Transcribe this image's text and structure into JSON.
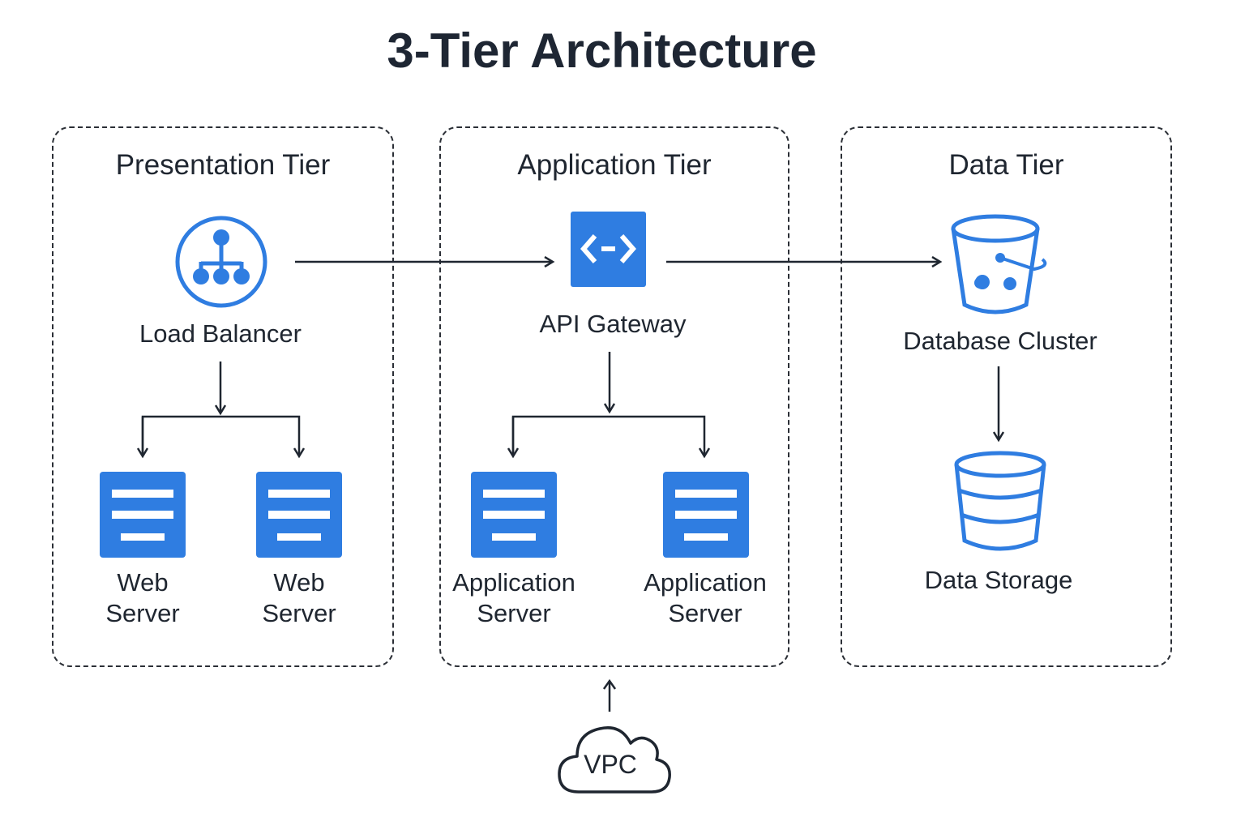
{
  "title": "3-Tier Architecture",
  "colors": {
    "accent": "#2f7de1",
    "line": "#1f2630"
  },
  "tiers": {
    "presentation": {
      "title": "Presentation Tier",
      "load_balancer": {
        "label": "Load Balancer",
        "icon": "load-balancer-icon"
      },
      "servers": [
        {
          "label_line1": "Web",
          "label_line2": "Server",
          "icon": "server-icon"
        },
        {
          "label_line1": "Web",
          "label_line2": "Server",
          "icon": "server-icon"
        }
      ]
    },
    "application": {
      "title": "Application Tier",
      "gateway": {
        "label": "API Gateway",
        "icon": "api-gateway-icon"
      },
      "servers": [
        {
          "label_line1": "Application",
          "label_line2": "Server",
          "icon": "server-icon"
        },
        {
          "label_line1": "Application",
          "label_line2": "Server",
          "icon": "server-icon"
        }
      ]
    },
    "data": {
      "title": "Data Tier",
      "cluster": {
        "label": "Database Cluster",
        "icon": "bucket-icon"
      },
      "storage": {
        "label": "Data Storage",
        "icon": "database-icon"
      }
    }
  },
  "vpc": {
    "label": "VPC",
    "icon": "cloud-icon"
  }
}
